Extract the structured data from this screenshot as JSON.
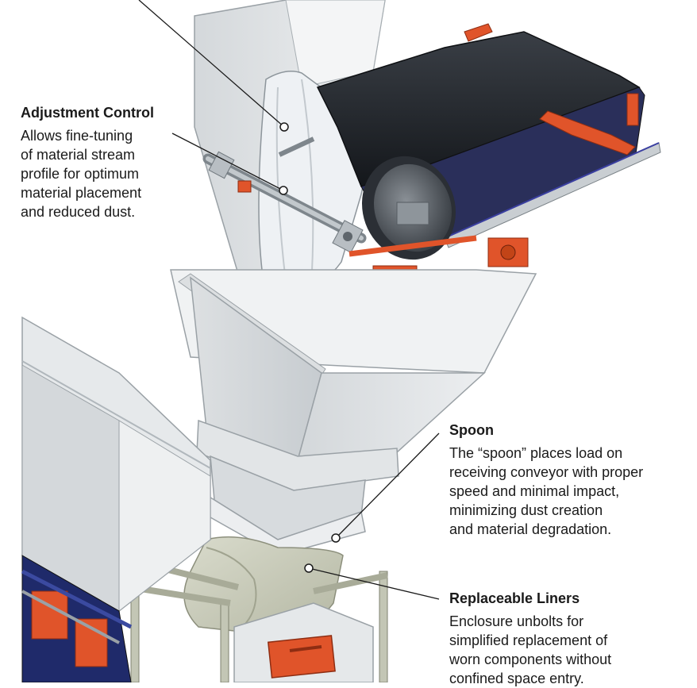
{
  "colors": {
    "steel_light": "#e3e6e8",
    "steel_mid": "#c9ced2",
    "steel_dark": "#9aa1a6",
    "belt": "#1e2126",
    "accent_orange": "#e0542a",
    "liner": "#c7c9b8",
    "callout_line": "#1a1a1a"
  },
  "callouts": {
    "adjustment_control": {
      "title": "Adjustment Control",
      "body": "Allows fine-tuning\nof material stream\nprofile for optimum\nmaterial placement\nand reduced dust."
    },
    "spoon": {
      "title": "Spoon",
      "body": "The “spoon” places load on\nreceiving conveyor with proper\nspeed and minimal impact,\nminimizing dust creation\nand material degradation."
    },
    "replaceable_liners": {
      "title": "Replaceable Liners",
      "body": "Enclosure unbolts for\nsimplified replacement of\nworn components without\nconfined space entry."
    }
  }
}
